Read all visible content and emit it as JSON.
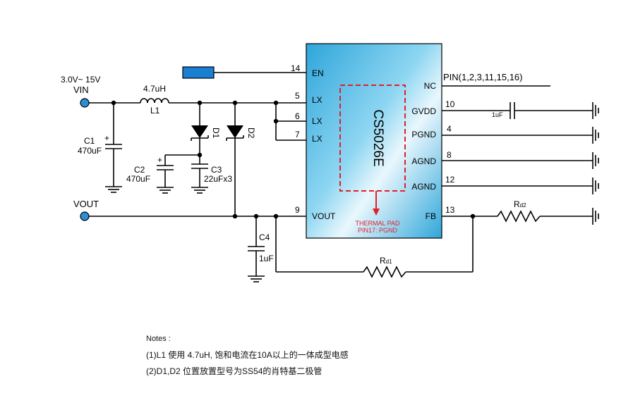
{
  "chip": {
    "name": "CS5026E",
    "color": "#2aa4d8",
    "pins_left": [
      {
        "num": "14",
        "name": "EN"
      },
      {
        "num": "5",
        "name": "LX"
      },
      {
        "num": "6",
        "name": "LX"
      },
      {
        "num": "7",
        "name": "LX"
      },
      {
        "num": "9",
        "name": "VOUT"
      }
    ],
    "pins_right": [
      {
        "num": "",
        "name": "NC"
      },
      {
        "num": "10",
        "name": "GVDD"
      },
      {
        "num": "4",
        "name": "PGND"
      },
      {
        "num": "8",
        "name": "AGND"
      },
      {
        "num": "12",
        "name": "AGND"
      },
      {
        "num": "13",
        "name": "FB"
      }
    ],
    "nc_pins": "PIN(1,2,3,11,15,16)",
    "thermal_pad": [
      "THERMAL PAD",
      "PIN17: PGND"
    ],
    "thermal_color": "#e0202a"
  },
  "input": {
    "range": "3.0V~ 15V",
    "label": "VIN"
  },
  "output": {
    "label": "VOUT"
  },
  "inductor": {
    "value": "4.7uH",
    "name": "L1"
  },
  "diodes": [
    {
      "name": "D1"
    },
    {
      "name": "D2"
    }
  ],
  "capacitors": {
    "c1": {
      "name": "C1",
      "value": "470uF"
    },
    "c2": {
      "name": "C2",
      "value": "470uF"
    },
    "c3": {
      "name": "C3",
      "value": "22uFx3"
    },
    "c4": {
      "name": "C4",
      "value": "1uF"
    },
    "gvdd": {
      "value": "1uF"
    }
  },
  "resistors": {
    "rd2": {
      "main": "R",
      "sub": "d2"
    },
    "rd1": {
      "main": "R",
      "sub": "d1"
    }
  },
  "polarity": "+",
  "notes": {
    "title": "Notes :",
    "lines": [
      "(1)L1 使用 4.7uH, 饱和电流在10A以上的一体成型电感",
      "(2)D1,D2 位置放置型号为SS54的肖特基二极管"
    ]
  },
  "colors": {
    "terminal": "#2a8fd6",
    "en_block": "#1a7fd0"
  }
}
